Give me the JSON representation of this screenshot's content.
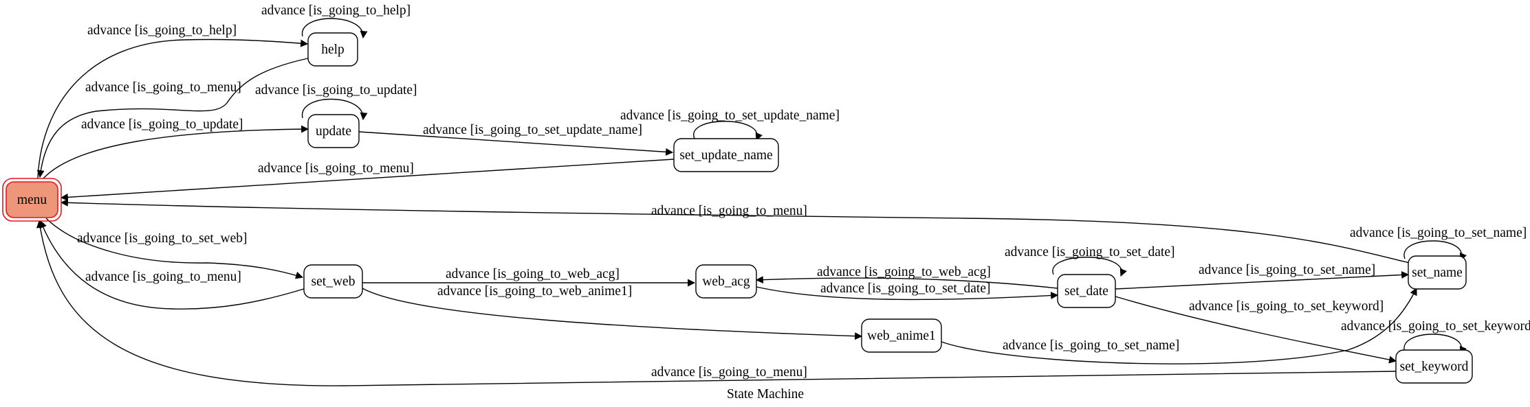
{
  "diagram": {
    "caption": "State Machine",
    "colors": {
      "initial_fill": "#ee9679",
      "initial_border": "#e8141a",
      "stroke": "#000000",
      "background": "#ffffff"
    },
    "states": {
      "menu": "menu",
      "help": "help",
      "update": "update",
      "set_update_name": "set_update_name",
      "set_web": "set_web",
      "web_acg": "web_acg",
      "web_anime1": "web_anime1",
      "set_date": "set_date",
      "set_name": "set_name",
      "set_keyword": "set_keyword"
    },
    "transitions": {
      "menu_help": "advance [is_going_to_help]",
      "help_help": "advance [is_going_to_help]",
      "help_menu": "advance [is_going_to_menu]",
      "update_update": "advance [is_going_to_update]",
      "menu_update": "advance [is_going_to_update]",
      "update_setupdatename": "advance [is_going_to_set_update_name]",
      "setupdatename_self": "advance [is_going_to_set_update_name]",
      "setupdatename_menu": "advance [is_going_to_menu]",
      "setname_menu": "advance [is_going_to_menu]",
      "menu_setweb": "advance [is_going_to_set_web]",
      "setweb_menu": "advance [is_going_to_menu]",
      "setweb_webacg": "advance [is_going_to_web_acg]",
      "setweb_webanime1": "advance [is_going_to_web_anime1]",
      "setdate_webacg": "advance [is_going_to_web_acg]",
      "webacg_setdate": "advance [is_going_to_set_date]",
      "setdate_self": "advance [is_going_to_set_date]",
      "setdate_setname": "advance [is_going_to_set_name]",
      "setdate_setkeyword": "advance [is_going_to_set_keyword]",
      "setname_self": "advance [is_going_to_set_name]",
      "setkeyword_self": "advance [is_going_to_set_keyword]",
      "webanime1_setname": "advance [is_going_to_set_name]",
      "setkeyword_menu": "advance [is_going_to_menu]"
    }
  }
}
